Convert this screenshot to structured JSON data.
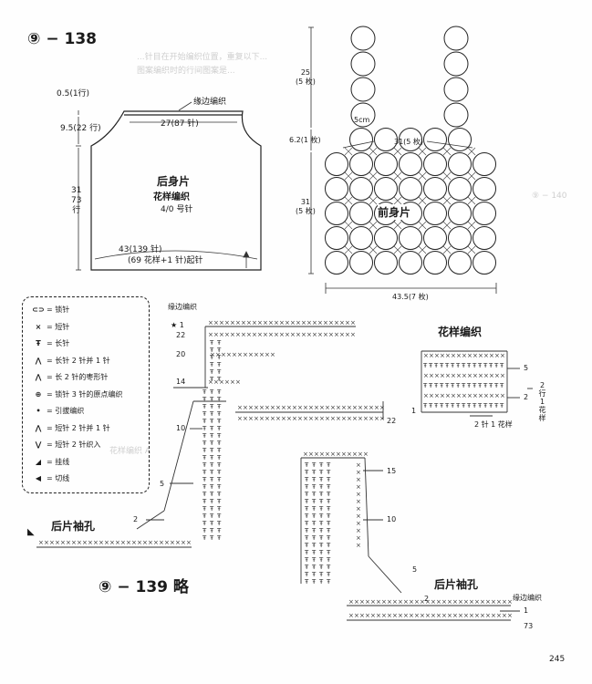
{
  "page": {
    "header_num": "⑨",
    "header_rest": "− 138",
    "footer_num": "⑨",
    "footer_rest": "− 139 略",
    "page_number": "245"
  },
  "back_piece": {
    "title": "后身片",
    "pattern": "花样编织",
    "needle": "4/0 号针",
    "edge_label": "缘边编织",
    "top_width": "27(87 针)",
    "bottom_width": "43(139 针)",
    "bottom_note": "(69 花样+1 针)起针",
    "top_gap": "0.5(1行)",
    "armhole_h": "9.5(22 行)",
    "body_h_a": "31",
    "body_h_b": "73",
    "body_h_c": "行"
  },
  "front_piece": {
    "title": "前身片",
    "strap_h_a": "25",
    "strap_h_b": "(5 枚)",
    "circle_size": "5cm",
    "edge_h": "6.2(1 枚)",
    "top_w": "31(5 枚)",
    "body_h_a": "31",
    "body_h_b": "(5 枚)",
    "bottom_w": "43.5(7 枚)"
  },
  "legend": {
    "items": [
      {
        "sym": "⊂⊃",
        "text": "= 锁针"
      },
      {
        "sym": "×",
        "text": "= 短针"
      },
      {
        "sym": "Ŧ",
        "text": "= 长针"
      },
      {
        "sym": "⋀",
        "text": "= 长针 2 针并 1 针"
      },
      {
        "sym": "⋀",
        "text": "= 长 2 针的枣形针"
      },
      {
        "sym": "⊕",
        "text": "= 锁针 3 针的原点编织"
      },
      {
        "sym": "•",
        "text": "= 引拔编织"
      },
      {
        "sym": "⋀",
        "text": "= 短针 2 针并 1 针"
      },
      {
        "sym": "⋁",
        "text": "= 短针 2 针织入"
      },
      {
        "sym": "◢",
        "text": "= 挂线"
      },
      {
        "sym": "◀",
        "text": "= 切线"
      }
    ]
  },
  "chart_left": {
    "edge_label": "缘边编织",
    "armhole_label": "后片袖孔",
    "rows": [
      "1",
      "22",
      "20",
      "14",
      "10",
      "5",
      "2"
    ],
    "right_row": "22"
  },
  "chart_right": {
    "edge_label": "缘边编织",
    "armhole_label": "后片袖孔",
    "rows": [
      "15",
      "10",
      "5",
      "2",
      "1",
      "73"
    ]
  },
  "pattern_chart": {
    "title": "花样编织",
    "row5": "5",
    "row2": "2",
    "row1": "1",
    "repeat_label": "2 针 1 花样",
    "side_a": "2",
    "side_b": "行",
    "side_c": "1",
    "side_d": "花样"
  },
  "background_bleed": {
    "text_1": "...针目在开始编织位置，重复以下...",
    "text_2": "图案编织时的行间图案是...",
    "text_3": "⑨ − 140",
    "text_4": "花样编织 A"
  }
}
